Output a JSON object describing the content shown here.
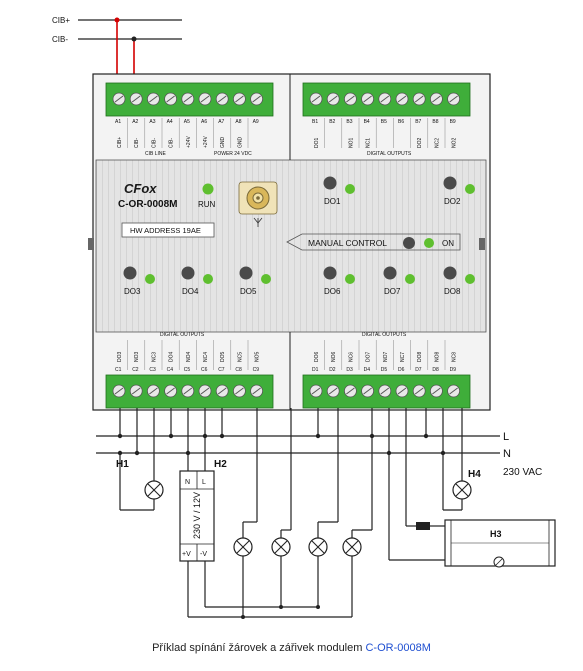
{
  "bus": {
    "plus": "CIB+",
    "minus": "CIB-"
  },
  "top_left_block": {
    "terminals": [
      "A1",
      "A2",
      "A3",
      "A4",
      "A5",
      "A6",
      "A7",
      "A8",
      "A9"
    ],
    "signals": [
      "CIB+",
      "CIB-",
      "CIB-",
      "CIB-",
      "+24V",
      "+24V",
      "GND",
      "GND",
      ""
    ],
    "section_labels": [
      "CIB LINE",
      "POWER 24 VDC"
    ]
  },
  "top_right_block": {
    "terminals": [
      "B1",
      "B2",
      "B3",
      "B4",
      "B5",
      "B6",
      "B7",
      "B8",
      "B9"
    ],
    "signals": [
      "DO1",
      "",
      "NO1",
      "NC1",
      "",
      "",
      "DO2",
      "NC2",
      "NO2"
    ],
    "section_label": "DIGITAL OUTPUTS"
  },
  "module": {
    "logo": "CFox",
    "model": "C-OR-0008M",
    "run_label": "RUN",
    "hw_address": "HW ADDRESS 19AE",
    "manual_control": "MANUAL CONTROL",
    "on_label": "ON",
    "outputs": [
      "DO1",
      "DO2",
      "DO3",
      "DO4",
      "DO5",
      "DO6",
      "DO7",
      "DO8"
    ],
    "led_color": "#5fbf2f"
  },
  "bottom_left_block": {
    "section_label": "DIGITAL OUTPUTS",
    "signals": [
      "DO3",
      "NO3",
      "NC3",
      "DO4",
      "NO4",
      "NC4",
      "DO5",
      "NC5",
      "NO5"
    ],
    "terminals": [
      "C1",
      "C2",
      "C3",
      "C4",
      "C5",
      "C6",
      "C7",
      "C8",
      "C9"
    ]
  },
  "bottom_right_block": {
    "section_label": "DIGITAL OUTPUTS",
    "signals": [
      "DO6",
      "NO6",
      "NC6",
      "DO7",
      "NO7",
      "NC7",
      "DO8",
      "NO8",
      "NC8"
    ],
    "terminals": [
      "D1",
      "D2",
      "D3",
      "D4",
      "D5",
      "D6",
      "D7",
      "D8",
      "D9"
    ]
  },
  "mains": {
    "L": "L",
    "N": "N",
    "voltage": "230 VAC"
  },
  "loads": {
    "H1": "H1",
    "H2": "H2",
    "H3": "H3",
    "H4": "H4",
    "psu": {
      "n": "N",
      "l": "L",
      "label": "230 V / 12V",
      "vplus": "+V",
      "vminus": "-V"
    }
  },
  "caption": {
    "text": "Příklad spínání žárovek a zářivek modulem",
    "model": "C-OR-0008M"
  },
  "colors": {
    "bus": "#d40000",
    "terminal_green": "#3fae3a",
    "housing": "#e6e6e6",
    "caption_model": "#1f4fd1"
  }
}
